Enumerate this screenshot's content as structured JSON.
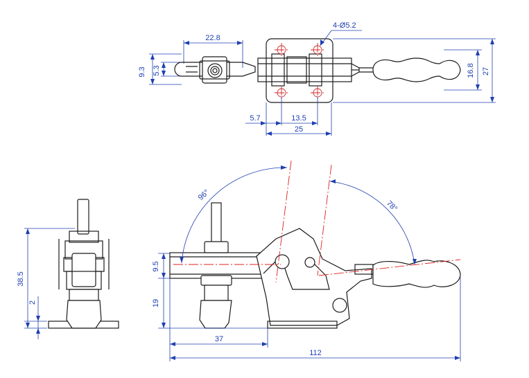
{
  "colors": {
    "object": "#1a1a1a",
    "dimension": "#1f3fb0",
    "centerline": "#e02020",
    "background": "#ffffff"
  },
  "top_view": {
    "dim_hole_callout": "4-Ø5.2",
    "dim_spindle_offset": "22.8",
    "dim_slot_outer": "9.3",
    "dim_slot_inner": "5.3",
    "dim_base_edge": "5.7",
    "dim_hole_spacing": "13.5",
    "dim_base_width": "25",
    "dim_base_depth": "16.8",
    "dim_overall_depth": "27"
  },
  "end_view": {
    "dim_total_height": "38.5",
    "dim_base_thickness": "2"
  },
  "side_view": {
    "dim_open_angle_left": "96°",
    "dim_open_angle_right": "78°",
    "dim_arm_height": "9.5",
    "dim_spindle_height": "19",
    "dim_spindle_reach": "37",
    "dim_overall_length": "112"
  }
}
